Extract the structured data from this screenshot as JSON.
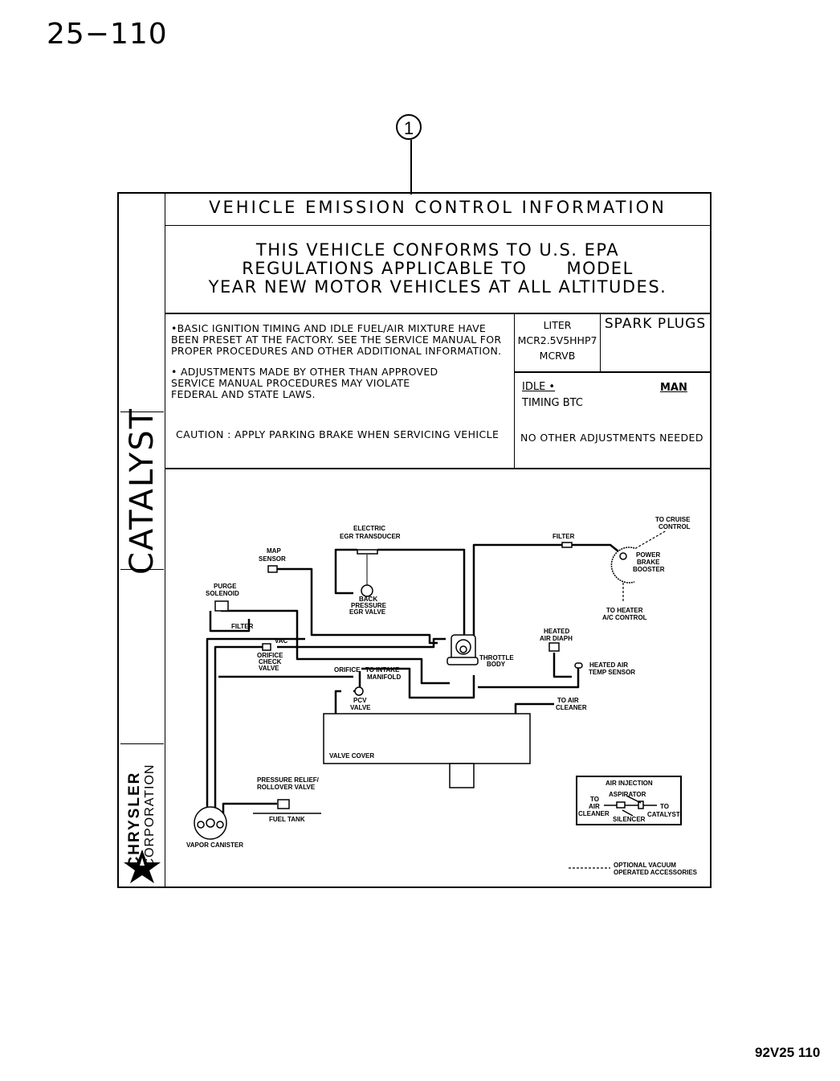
{
  "page": {
    "page_number": "25−110",
    "figure_code": "92V25 110",
    "callout_number": "1"
  },
  "label": {
    "side_title": "CATALYST",
    "brand_line1": "CHRYSLER",
    "brand_line2": "CORPORATION",
    "brand_icon": "pentastar-icon",
    "title": "VEHICLE EMISSION CONTROL INFORMATION",
    "conformance": [
      "THIS VEHICLE CONFORMS TO U.S. EPA",
      "REGULATIONS APPLICABLE TO      MODEL",
      "YEAR NEW MOTOR VEHICLES AT ALL ALTITUDES."
    ],
    "notes": [
      "•BASIC IGNITION TIMING AND IDLE FUEL/AIR MIXTURE HAVE BEEN PRESET AT THE FACTORY. SEE THE SERVICE MANUAL FOR PROPER PROCEDURES AND OTHER ADDITIONAL INFORMATION.",
      "• ADJUSTMENTS MADE BY OTHER THAN APPROVED SERVICE MANUAL PROCEDURES MAY VIOLATE FEDERAL AND STATE LAWS."
    ],
    "caution": "CAUTION : APPLY PARKING BRAKE WHEN SERVICING VEHICLE",
    "liter_header": "LITER",
    "engine_family": "MCR2.5V5HHP7",
    "evap_family": "MCRVB",
    "spark_plugs_header": "SPARK PLUGS",
    "idle_label": "IDLE •",
    "transmission": "MAN",
    "timing_label": "TIMING BTC",
    "no_other": "NO OTHER ADJUSTMENTS NEEDED"
  },
  "diagram": {
    "labels": {
      "egr_transducer": [
        "ELECTRIC",
        "EGR TRANSDUCER"
      ],
      "map_sensor": [
        "MAP",
        "SENSOR"
      ],
      "purge_solenoid": [
        "PURGE",
        "SOLENOID"
      ],
      "filter_left": "FILTER",
      "back_pressure": [
        "BACK",
        "PRESSURE",
        "EGR VALVE"
      ],
      "vac": "VAC",
      "orifice_check": [
        "ORIFICE",
        "CHECK",
        "VALVE"
      ],
      "orifice": "ORIFICE",
      "intake": [
        "TO INTAKE",
        "MANIFOLD"
      ],
      "throttle_body": [
        "THROTTLE",
        "BODY"
      ],
      "pcv_valve": [
        "PCV",
        "VALVE"
      ],
      "valve_cover": "VALVE COVER",
      "filter_top": "FILTER",
      "cruise": [
        "TO CRUISE",
        "CONTROL"
      ],
      "brake_booster": [
        "POWER",
        "BRAKE",
        "BOOSTER"
      ],
      "heater": [
        "TO HEATER",
        "A/C CONTROL"
      ],
      "heated_air_diaph": [
        "HEATED",
        "AIR DIAPH"
      ],
      "heated_air_temp": [
        "HEATED AIR",
        "TEMP SENSOR"
      ],
      "to_air_cleaner": [
        "TO AIR",
        "CLEANER"
      ],
      "pressure_relief": [
        "PRESSURE RELIEF/",
        "ROLLOVER VALVE"
      ],
      "fuel_tank": "FUEL TANK",
      "vapor_canister": "VAPOR CANISTER",
      "air_injection_title": "AIR INJECTION",
      "aspirator": "ASPIRATOR",
      "ai_to_air": [
        "TO",
        "AIR",
        "CLEANER"
      ],
      "silencer": "SILENCER",
      "ai_to_catalyst": [
        "TO",
        "CATALYST"
      ],
      "legend_optional": [
        "OPTIONAL VACUUM",
        "OPERATED ACCESSORIES"
      ]
    }
  }
}
